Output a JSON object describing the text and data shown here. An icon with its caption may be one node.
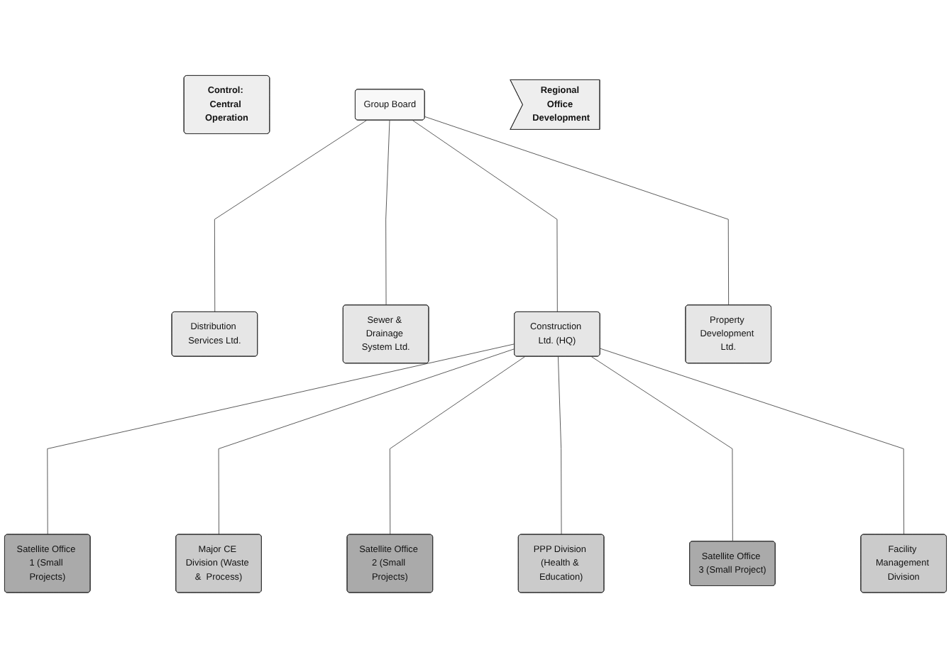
{
  "diagram": {
    "nodes": [
      {
        "text": [
          "Control: Central Operation"
        ]
      },
      {
        "text": [
          "Group Board"
        ]
      },
      {
        "text": [
          "Distribution Services Ltd."
        ]
      },
      {
        "text": [
          "Sewer & Drainage System Ltd."
        ]
      },
      {
        "text": [
          "Construction Ltd. (HQ)"
        ]
      },
      {
        "text": [
          "Property Development Ltd."
        ]
      },
      {
        "text": [
          "Satellite Office 1 (Small Projects)"
        ]
      },
      {
        "text": [
          "Major CE Division (Waste &  Process)"
        ]
      },
      {
        "text": [
          "Satellite Office 2 (Small Projects)"
        ]
      },
      {
        "text": [
          "PPP Division (Health & Education)"
        ]
      },
      {
        "text": [
          "Satellite Office 3 (Small Project)"
        ]
      },
      {
        "text": [
          "Facility Management Division"
        ]
      },
      {
        "text": [
          "Regional Office Development"
        ]
      }
    ],
    "edges": [
      {
        "from": 1,
        "to": 2,
        "arrow": "none"
      },
      {
        "from": 1,
        "to": 3,
        "arrow": "none"
      },
      {
        "from": 1,
        "to": 4,
        "arrow": "none"
      },
      {
        "from": 1,
        "to": 5,
        "arrow": "none"
      },
      {
        "from": 4,
        "to": 6,
        "arrow": "none"
      },
      {
        "from": 4,
        "to": 7,
        "arrow": "none"
      },
      {
        "from": 4,
        "to": 8,
        "arrow": "none"
      },
      {
        "from": 4,
        "to": 9,
        "arrow": "none"
      },
      {
        "from": 4,
        "to": 10,
        "arrow": "none"
      },
      {
        "from": 4,
        "to": 11,
        "arrow": "none"
      }
    ]
  }
}
